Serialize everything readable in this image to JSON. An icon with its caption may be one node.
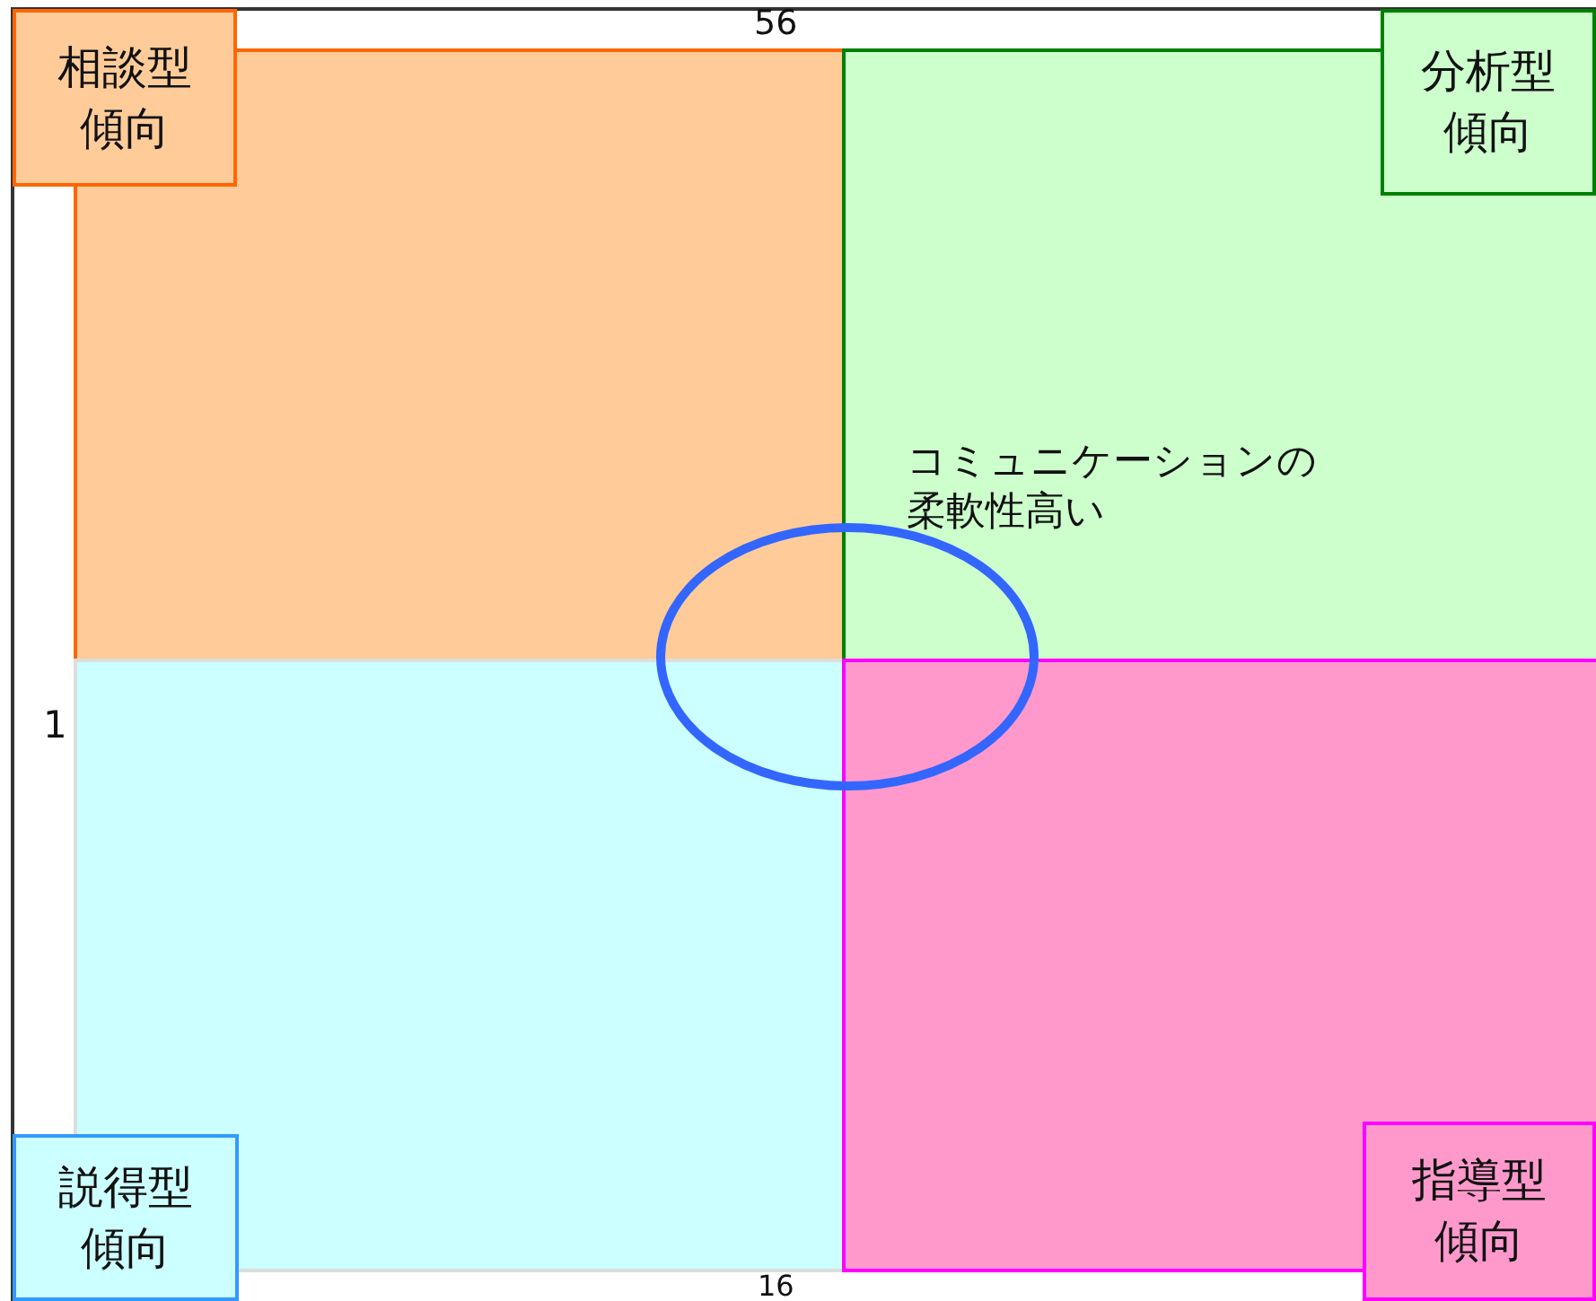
{
  "diagram": {
    "nodes": [
      {
        "text": [
          "相談型傾向"
        ]
      },
      {
        "text": [
          "分析型傾向"
        ]
      },
      {
        "text": [
          "説得型傾向"
        ]
      },
      {
        "text": [
          "指導型傾向"
        ]
      }
    ],
    "labels": [
      "56",
      "コミュニケーションの柔軟性高い",
      "1",
      "16"
    ]
  }
}
